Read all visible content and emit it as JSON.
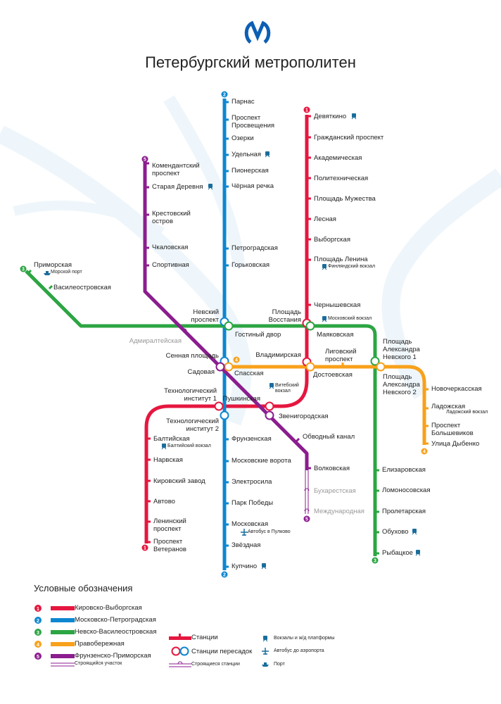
{
  "title": "Петербургский метрополитен",
  "colors": {
    "1": "#e5173f",
    "2": "#0d87d0",
    "3": "#2ca543",
    "4": "#f8a11b",
    "5": "#8b1d8f",
    "water": "#eef6fb",
    "icon": "#1a6d9c"
  },
  "lines": [
    {
      "number": "1",
      "name": "Кировско-Выборгская",
      "stations": [
        {
          "name": "Девяткино"
        },
        {
          "name": "Гражданский проспект"
        },
        {
          "name": "Академическая"
        },
        {
          "name": "Политехническая"
        },
        {
          "name": "Площадь Мужества"
        },
        {
          "name": "Лесная"
        },
        {
          "name": "Выборгская"
        },
        {
          "name": "Площадь Ленина",
          "note": "Финляндский вокзал"
        },
        {
          "name": "Чернышевская"
        },
        {
          "name": "Площадь\nВосстания",
          "note": "Московский вокзал"
        },
        {
          "name": "Владимирская"
        },
        {
          "name": "Пушкинская",
          "note": "Витебский\nвокзал"
        },
        {
          "name": "Технологический\nинститут 1"
        },
        {
          "name": "Балтийская",
          "note": "Балтийский вокзал"
        },
        {
          "name": "Нарвская"
        },
        {
          "name": "Кировский завод"
        },
        {
          "name": "Автово"
        },
        {
          "name": "Ленинский\nпроспект"
        },
        {
          "name": "Проспект\nВетеранов"
        }
      ]
    },
    {
      "number": "2",
      "name": "Московско-Петроградская",
      "stations": [
        {
          "name": "Парнас"
        },
        {
          "name": "Проспект\nПросвещения"
        },
        {
          "name": "Озерки"
        },
        {
          "name": "Удельная"
        },
        {
          "name": "Пионерская"
        },
        {
          "name": "Чёрная речка"
        },
        {
          "name": "Петроградская"
        },
        {
          "name": "Горьковская"
        },
        {
          "name": "Невский\nпроспект"
        },
        {
          "name": "Сенная площадь"
        },
        {
          "name": "Технологический\nинститут 2"
        },
        {
          "name": "Фрунзенская"
        },
        {
          "name": "Московские ворота"
        },
        {
          "name": "Электросила"
        },
        {
          "name": "Парк Победы"
        },
        {
          "name": "Московская",
          "note": "Автобус в Пулково"
        },
        {
          "name": "Звёздная"
        },
        {
          "name": "Купчино"
        }
      ]
    },
    {
      "number": "3",
      "name": "Невско-Василеостровская",
      "stations": [
        {
          "name": "Приморская",
          "note": "Морской порт"
        },
        {
          "name": "Василеостровская"
        },
        {
          "name": "Гостиный двор"
        },
        {
          "name": "Маяковская"
        },
        {
          "name": "Площадь\nАлександра\nНевского 1"
        },
        {
          "name": "Елизаровская"
        },
        {
          "name": "Ломоносовская"
        },
        {
          "name": "Пролетарская"
        },
        {
          "name": "Обухово"
        },
        {
          "name": "Рыбацкое"
        }
      ]
    },
    {
      "number": "4",
      "name": "Правобережная",
      "stations": [
        {
          "name": "Спасская"
        },
        {
          "name": "Достоевская"
        },
        {
          "name": "Лиговский\nпроспект"
        },
        {
          "name": "Площадь\nАлександра\nНевского 2"
        },
        {
          "name": "Новочеркасская"
        },
        {
          "name": "Ладожская",
          "note": "Ладожский вокзал"
        },
        {
          "name": "Проспект\nБольшевиков"
        },
        {
          "name": "Улица Дыбенко"
        }
      ]
    },
    {
      "number": "5",
      "name": "Фрунзенско-Приморская",
      "stations": [
        {
          "name": "Комендантский\nпроспект"
        },
        {
          "name": "Старая Деревня"
        },
        {
          "name": "Крестовский\nостров"
        },
        {
          "name": "Чкаловская"
        },
        {
          "name": "Спортивная"
        },
        {
          "name": "Адмиралтейская"
        },
        {
          "name": "Садовая"
        },
        {
          "name": "Звенигородская"
        },
        {
          "name": "Обводный канал"
        },
        {
          "name": "Волковская"
        },
        {
          "name": "Бухарестская"
        },
        {
          "name": "Международная"
        }
      ]
    }
  ],
  "legend": {
    "title": "Условные обозначения",
    "construction_line": "Строящийся участок",
    "stations": "Станции",
    "transfers": "Станции пересадок",
    "construction_stations": "Строящиеся станции",
    "railway": "Вокзалы и ж/д платформы",
    "airport_bus": "Автобус до аэропорта",
    "port": "Порт"
  }
}
